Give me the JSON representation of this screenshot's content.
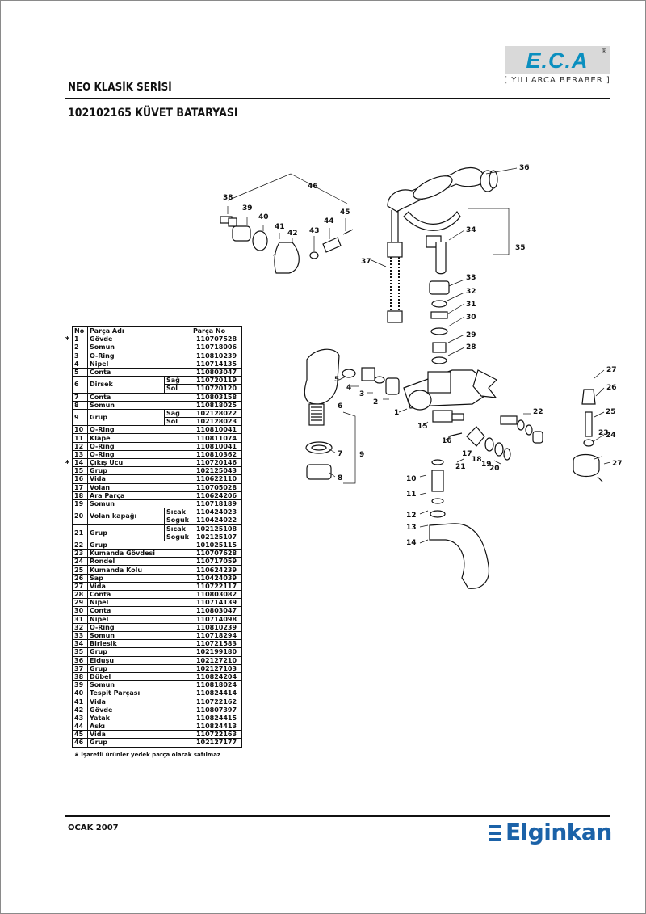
{
  "header": {
    "logo": "E.C.A",
    "tagline": "[ YILLARCA BERABER ]",
    "series": "NEO KLASİK SERİSİ",
    "product": "102102165 KÜVET BATARYASI"
  },
  "table": {
    "headers": [
      "No",
      "Parça Adı",
      "Parça No"
    ],
    "rows": [
      {
        "no": "1",
        "name": "Gövde",
        "code": "110707528",
        "star": "∗"
      },
      {
        "no": "2",
        "name": "Somun",
        "code": "110718006"
      },
      {
        "no": "3",
        "name": "O-Ring",
        "code": "110810239"
      },
      {
        "no": "4",
        "name": "Nipel",
        "code": "110714135"
      },
      {
        "no": "5",
        "name": "Conta",
        "code": "110803047"
      },
      {
        "no": "6",
        "name": "Dirsek",
        "subs": [
          {
            "sub": "Sağ",
            "code": "110720119"
          },
          {
            "sub": "Sol",
            "code": "110720120"
          }
        ]
      },
      {
        "no": "7",
        "name": "Conta",
        "code": "110803158"
      },
      {
        "no": "8",
        "name": "Somun",
        "code": "110818025"
      },
      {
        "no": "9",
        "name": "Grup",
        "subs": [
          {
            "sub": "Sağ",
            "code": "102128022"
          },
          {
            "sub": "Sol",
            "code": "102128023"
          }
        ]
      },
      {
        "no": "10",
        "name": "O-Ring",
        "code": "110810041"
      },
      {
        "no": "11",
        "name": "Klape",
        "code": "110811074"
      },
      {
        "no": "12",
        "name": "O-Ring",
        "code": "110810041"
      },
      {
        "no": "13",
        "name": "O-Ring",
        "code": "110810362"
      },
      {
        "no": "14",
        "name": "Çıkış Ucu",
        "code": "110720146",
        "star": "∗"
      },
      {
        "no": "15",
        "name": "Grup",
        "code": "102125043"
      },
      {
        "no": "16",
        "name": "Vida",
        "code": "110622110"
      },
      {
        "no": "17",
        "name": "Volan",
        "code": "110705028"
      },
      {
        "no": "18",
        "name": "Ara Parça",
        "code": "110624206"
      },
      {
        "no": "19",
        "name": "Somun",
        "code": "110718189"
      },
      {
        "no": "20",
        "name": "Volan kapağı",
        "subs": [
          {
            "sub": "Sıcak",
            "code": "110424023"
          },
          {
            "sub": "Soguk",
            "code": "110424022"
          }
        ]
      },
      {
        "no": "21",
        "name": "Grup",
        "subs": [
          {
            "sub": "Sıcak",
            "code": "102125108"
          },
          {
            "sub": "Soguk",
            "code": "102125107"
          }
        ]
      },
      {
        "no": "22",
        "name": "Grup",
        "code": "101025115"
      },
      {
        "no": "23",
        "name": "Kumanda Gövdesi",
        "code": "110707628"
      },
      {
        "no": "24",
        "name": "Rondel",
        "code": "110717059"
      },
      {
        "no": "25",
        "name": "Kumanda Kolu",
        "code": "110624239"
      },
      {
        "no": "26",
        "name": "Sap",
        "code": "110424039"
      },
      {
        "no": "27",
        "name": "Vida",
        "code": "110722117"
      },
      {
        "no": "28",
        "name": "Conta",
        "code": "110803082"
      },
      {
        "no": "29",
        "name": "Nipel",
        "code": "110714139"
      },
      {
        "no": "30",
        "name": "Conta",
        "code": "110803047"
      },
      {
        "no": "31",
        "name": "Nipel",
        "code": "110714098"
      },
      {
        "no": "32",
        "name": "O-Ring",
        "code": "110810239"
      },
      {
        "no": "33",
        "name": "Somun",
        "code": "110718294"
      },
      {
        "no": "34",
        "name": "Birlesik",
        "code": "110721583"
      },
      {
        "no": "35",
        "name": "Grup",
        "code": "102199180"
      },
      {
        "no": "36",
        "name": "Elduşu",
        "code": "102127210"
      },
      {
        "no": "37",
        "name": "Grup",
        "code": "102127103"
      },
      {
        "no": "38",
        "name": "Dübel",
        "code": "110824204"
      },
      {
        "no": "39",
        "name": "Somun",
        "code": "110818024"
      },
      {
        "no": "40",
        "name": "Tespit Parçası",
        "code": "110824414"
      },
      {
        "no": "41",
        "name": "Vida",
        "code": "110722162"
      },
      {
        "no": "42",
        "name": "Gövde",
        "code": "110807397"
      },
      {
        "no": "43",
        "name": "Yatak",
        "code": "110824415"
      },
      {
        "no": "44",
        "name": "Askı",
        "code": "110824413"
      },
      {
        "no": "45",
        "name": "Vida",
        "code": "110722163"
      },
      {
        "no": "46",
        "name": "Grup",
        "code": "102127177"
      }
    ]
  },
  "note": "∗ İşaretli ürünler yedek parça olarak satılmaz",
  "footer": {
    "date": "OCAK 2007",
    "brand": "Elginkan"
  },
  "diagram": {
    "labels": [
      "1",
      "2",
      "3",
      "4",
      "5",
      "6",
      "7",
      "8",
      "9",
      "10",
      "11",
      "12",
      "13",
      "14",
      "15",
      "16",
      "17",
      "18",
      "19",
      "20",
      "21",
      "22",
      "23",
      "24",
      "25",
      "26",
      "27",
      "27",
      "28",
      "29",
      "30",
      "31",
      "32",
      "33",
      "34",
      "35",
      "36",
      "37",
      "38",
      "39",
      "40",
      "41",
      "42",
      "43",
      "44",
      "45",
      "46"
    ]
  }
}
